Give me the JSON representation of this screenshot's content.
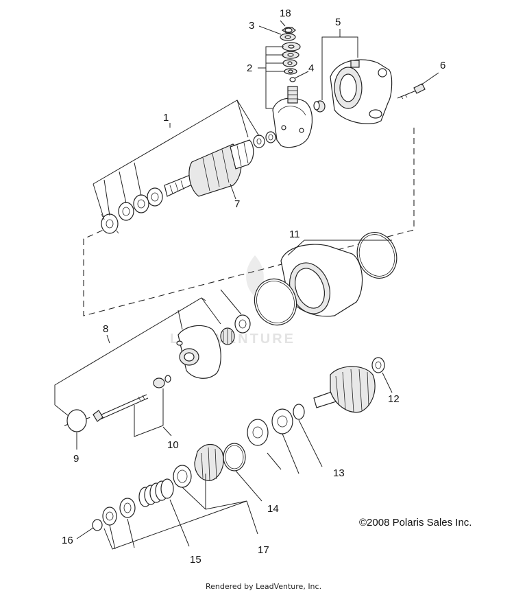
{
  "callouts": [
    {
      "id": "18",
      "label": "18"
    },
    {
      "id": "3",
      "label": "3"
    },
    {
      "id": "5",
      "label": "5"
    },
    {
      "id": "2",
      "label": "2"
    },
    {
      "id": "4",
      "label": "4"
    },
    {
      "id": "6",
      "label": "6"
    },
    {
      "id": "1",
      "label": "1"
    },
    {
      "id": "7",
      "label": "7"
    },
    {
      "id": "11",
      "label": "11"
    },
    {
      "id": "8",
      "label": "8"
    },
    {
      "id": "12",
      "label": "12"
    },
    {
      "id": "10",
      "label": "10"
    },
    {
      "id": "9",
      "label": "9"
    },
    {
      "id": "13",
      "label": "13"
    },
    {
      "id": "14",
      "label": "14"
    },
    {
      "id": "16",
      "label": "16"
    },
    {
      "id": "15",
      "label": "15"
    },
    {
      "id": "17",
      "label": "17"
    }
  ],
  "copyright": "©2008 Polaris Sales Inc.",
  "watermark": "LEADVENTURE",
  "footer": "Rendered by LeadVenture, Inc."
}
